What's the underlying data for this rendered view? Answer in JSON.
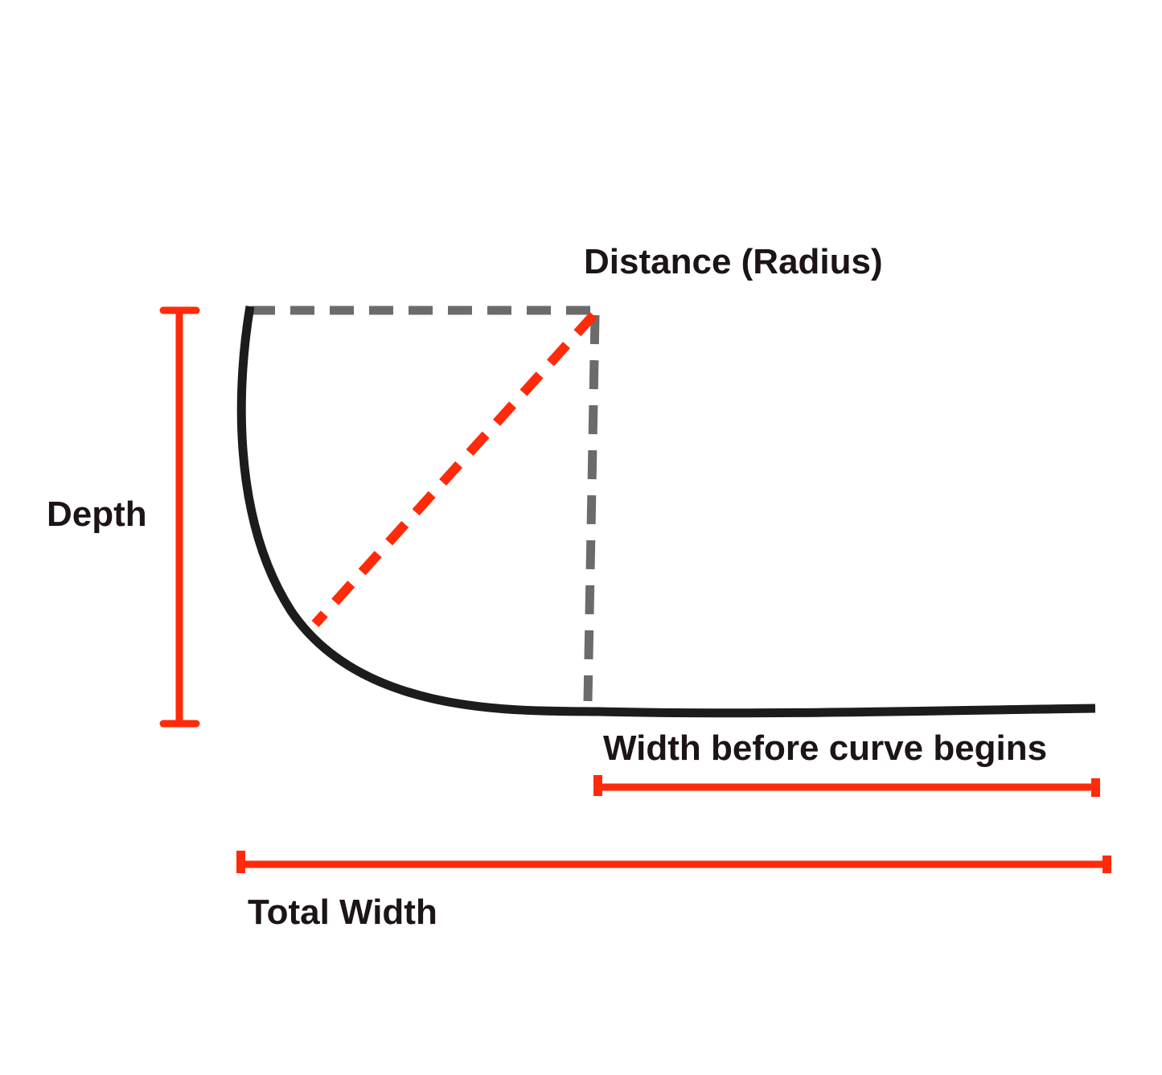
{
  "labels": {
    "distance": "Distance (Radius)",
    "depth": "Depth",
    "width_before_curve": "Width before curve begins",
    "total_width": "Total Width"
  },
  "colors": {
    "background": "#ffffff",
    "curve": "#1c1c1c",
    "guide": "#6b6b6b",
    "measure": "#ff2a0a",
    "text": "#1c1418"
  }
}
